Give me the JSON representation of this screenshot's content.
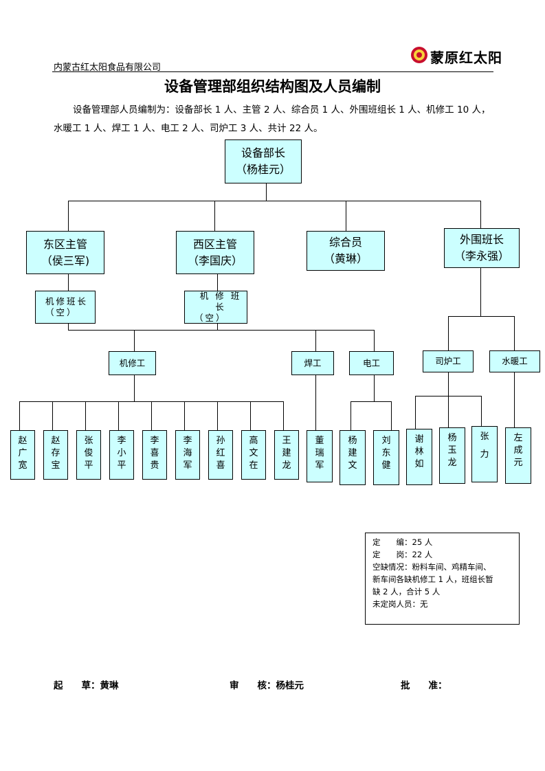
{
  "header": {
    "company": "内蒙古红太阳食品有限公司",
    "logo_text": "蒙原红太阳"
  },
  "title": "设备管理部组织结构图及人员编制",
  "intro": "设备管理部人员编制为：设备部长 1 人、主管 2 人、综合员 1 人、外围班组长 1 人、机修工 10 人，水暖工 1 人、焊工 1 人、电工 2 人、司炉工 3 人、共计 22 人。",
  "org": {
    "head": {
      "title": "设备部长",
      "person": "（杨桂元）"
    },
    "east": {
      "title": "东区主管",
      "person": "（侯三军)"
    },
    "west": {
      "title": "西区主管",
      "person": "（李国庆）"
    },
    "clerk": {
      "title": "综合员",
      "person": "（黄琳）"
    },
    "outer": {
      "title": "外围班长",
      "person": "（李永强）"
    },
    "east_lead": {
      "title": "机修班长",
      "person": "（空）"
    },
    "west_lead": {
      "title": "机 修 班 长",
      "person": "（空）"
    },
    "mechanic": "机修工",
    "welder": "焊工",
    "electrician": "电工",
    "boiler": "司炉工",
    "plumber": "水暖工",
    "mechanics": [
      "赵广宽",
      "赵存宝",
      "张俊平",
      "李小平",
      "李喜贵",
      "李海军",
      "孙红喜",
      "高文在",
      "王建龙"
    ],
    "welders": [
      "董瑞军"
    ],
    "electricians": [
      "杨建文",
      "刘东健"
    ],
    "boilermen": [
      "谢林如",
      "杨玉龙",
      "张力"
    ],
    "plumbers": [
      "左成元"
    ]
  },
  "note": {
    "line1": "定　　编：25 人",
    "line2": "定　　岗：22 人",
    "line3": "空缺情况：粉料车间、鸡精车间、",
    "line4": "新车间各缺机修工 1 人，班组长暂",
    "line5": "缺 2 人，合计 5 人",
    "line6": "未定岗人员：无"
  },
  "signoff": {
    "draft_label": "起　　草：",
    "draft_name": "黄琳",
    "review_label": "审　　核：",
    "review_name": "杨桂元",
    "approve_label": "批　　准："
  },
  "colors": {
    "box_fill": "#ccffff",
    "logo_red": "#c8102e"
  }
}
